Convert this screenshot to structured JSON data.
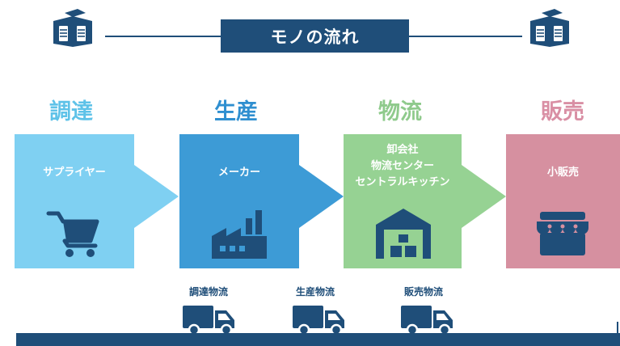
{
  "title": "モノの流れ",
  "stages": [
    {
      "label": "調達",
      "label_color": "#5ec2e8",
      "box_lines": [
        "サプライヤー"
      ],
      "box_color": "#7fd0f2",
      "icon": "shopping-cart-icon"
    },
    {
      "label": "生産",
      "label_color": "#2f8fd0",
      "box_lines": [
        "メーカー"
      ],
      "box_color": "#3d9bd6",
      "icon": "factory-icon"
    },
    {
      "label": "物流",
      "label_color": "#8fca8c",
      "box_lines": [
        "卸会社",
        "物流センター",
        "セントラルキッチン"
      ],
      "box_color": "#96d293",
      "icon": "warehouse-icon"
    },
    {
      "label": "販売",
      "label_color": "#d98fa4",
      "box_lines": [
        "小販売"
      ],
      "box_color": "#d690a0",
      "icon": "store-icon"
    }
  ],
  "flows": [
    {
      "label": "調達物流",
      "icon": "delivery-truck-icon"
    },
    {
      "label": "生産物流",
      "icon": "delivery-truck-icon"
    },
    {
      "label": "販売物流",
      "icon": "delivery-truck-icon"
    }
  ],
  "header_icons": [
    "building-icon",
    "building-icon"
  ],
  "colors": {
    "navy": "#1f4e79"
  }
}
